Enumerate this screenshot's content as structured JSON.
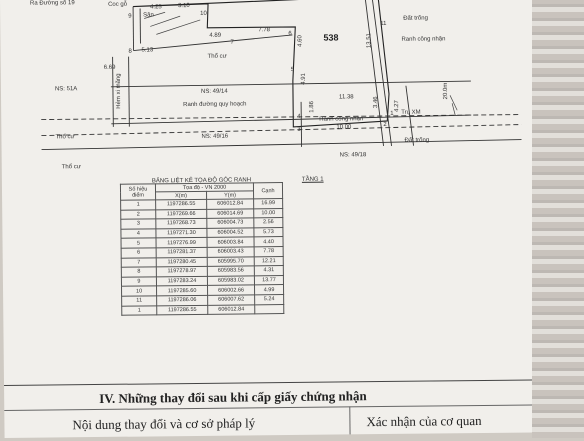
{
  "plan": {
    "road_top": "Ra Đường số 19",
    "coc_go": "Coc gỗ",
    "san": "Sân",
    "dim_4_25": "4.25",
    "dim_3_10": "3.10",
    "dim_4_89": "4.89",
    "dim_7_78": "7.78",
    "dim_6_69": "6.69",
    "dim_5_13": "5.13",
    "dim_4_60": "4.60",
    "dim_4_91": "4.91",
    "dim_13_51": "13.51",
    "dim_11_38": "11.38",
    "dim_10_00": "10.00",
    "dim_3_46": "3.46",
    "dim_4_27": "4.27",
    "dim_1_86": "1.86",
    "dim_20m": "20.0m",
    "lot": "538",
    "dat_trong_1": "Đất trống",
    "dat_trong_2": "Đất trống",
    "ranh_cong_nhan_1": "Ranh công nhận",
    "ranh_cong_nhan_2": "Ranh công nhận",
    "ranh_duong": "Ranh đường quy hoạch",
    "tho_cu_1": "Thổ cư",
    "tho_cu_2": "Thổ cư",
    "tho_cu_3": "Thổ cư",
    "ns_51a": "NS: 51A",
    "ns_49_14": "NS: 49/14",
    "ns_49_16": "NS: 49/16",
    "ns_49_18": "NS: 49/18",
    "hem": "Hẻm xi măng",
    "tru_xm": "Trụ XM",
    "points": [
      "1",
      "2",
      "3",
      "4",
      "5",
      "6",
      "7",
      "8",
      "9",
      "10",
      "11"
    ]
  },
  "table": {
    "title": "BẢNG LIỆT KÊ TỌA ĐỘ GÓC RANH",
    "tang": "TẦNG 1",
    "head_so_hieu": "Số hiệu điểm",
    "head_toa_do": "Tọa độ - VN 2000",
    "head_x": "X(m)",
    "head_y": "Y(m)",
    "head_canh": "Cạnh",
    "rows": [
      {
        "pt": "1",
        "x": "1197286.55",
        "y": "606012.84",
        "c": "16.99"
      },
      {
        "pt": "2",
        "x": "1197269.66",
        "y": "606014.69",
        "c": "10.00"
      },
      {
        "pt": "3",
        "x": "1197268.73",
        "y": "606004.73",
        "c": "2.56"
      },
      {
        "pt": "4",
        "x": "1197271.30",
        "y": "606004.52",
        "c": "5.73"
      },
      {
        "pt": "5",
        "x": "1197276.99",
        "y": "606003.84",
        "c": "4.40"
      },
      {
        "pt": "6",
        "x": "1197281.37",
        "y": "606003.43",
        "c": "7.78"
      },
      {
        "pt": "7",
        "x": "1197280.45",
        "y": "605995.70",
        "c": "12.21"
      },
      {
        "pt": "8",
        "x": "1197278.97",
        "y": "605983.56",
        "c": "4.31"
      },
      {
        "pt": "9",
        "x": "1197283.24",
        "y": "605983.02",
        "c": "13.77"
      },
      {
        "pt": "10",
        "x": "1197285.60",
        "y": "606002.66",
        "c": "4.99"
      },
      {
        "pt": "11",
        "x": "1197286.06",
        "y": "606007.62",
        "c": "5.24"
      },
      {
        "pt": "1",
        "x": "1197286.55",
        "y": "606012.84",
        "c": ""
      }
    ]
  },
  "section": {
    "title": "IV. Những thay đổi sau khi cấp giấy chứng nhận",
    "col_left": "Nội dung thay đổi và cơ sở pháp lý",
    "col_right": "Xác nhận của cơ quan"
  }
}
